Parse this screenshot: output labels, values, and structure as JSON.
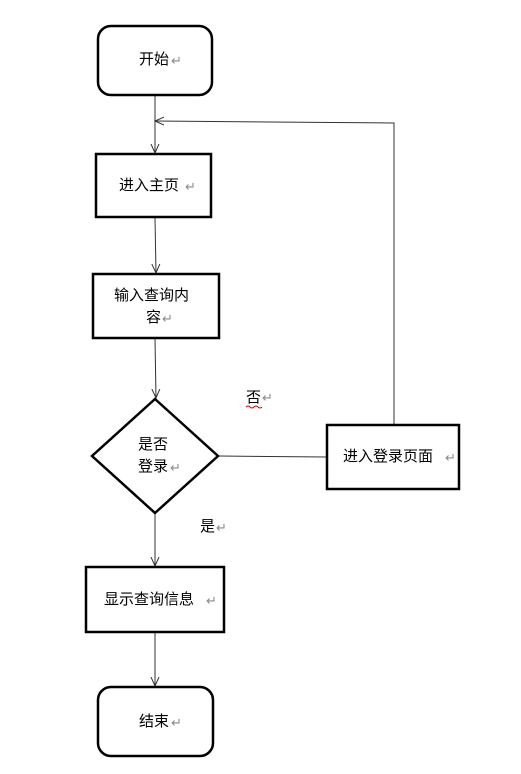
{
  "diagram": {
    "nodes": {
      "start": {
        "label": "开始"
      },
      "home": {
        "label": "进入主页"
      },
      "input": {
        "label_line1": "输入查询内",
        "label_line2": "容"
      },
      "decision": {
        "label_line1": "是否",
        "label_line2": "登录"
      },
      "login": {
        "label": "进入登录页面"
      },
      "show": {
        "label": "显示查询信息"
      },
      "end": {
        "label": "结束"
      }
    },
    "edge_labels": {
      "no": "否",
      "yes": "是"
    },
    "paragraph_mark": "↵"
  }
}
